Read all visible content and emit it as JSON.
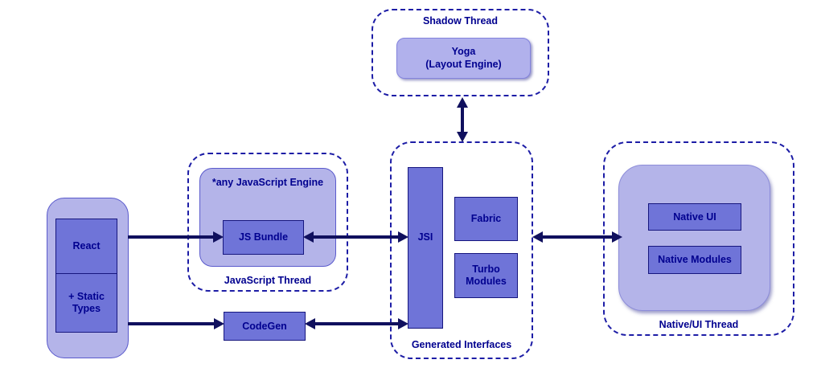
{
  "colors": {
    "text": "#00008f",
    "arrow": "#10105e",
    "dashed_border": "#1d1da6",
    "container_fill": "#b4b4e9",
    "box_fill": "#6f74d8",
    "box_border": "#16167e",
    "yoga_fill": "#b1b1ec"
  },
  "shadow_thread": {
    "label": "Shadow Thread",
    "yoga": {
      "line1": "Yoga",
      "line2": "(Layout Engine)"
    }
  },
  "javascript_thread": {
    "label": "JavaScript Thread",
    "engine_label": "*any JavaScript Engine",
    "js_bundle": "JS Bundle"
  },
  "react": {
    "react_label": "React",
    "static_types_label": "+ Static Types"
  },
  "codegen_label": "CodeGen",
  "generated_interfaces": {
    "label": "Generated Interfaces",
    "jsi": "JSI",
    "fabric": "Fabric",
    "turbo_modules": "Turbo Modules"
  },
  "native_thread": {
    "label": "Native/UI Thread",
    "native_ui": "Native UI",
    "native_modules": "Native Modules"
  }
}
